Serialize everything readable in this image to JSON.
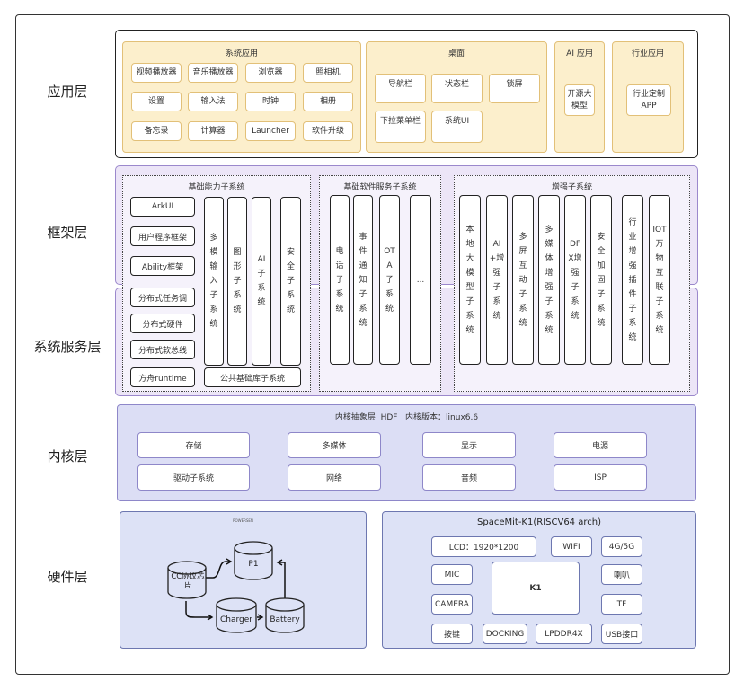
{
  "layers": {
    "app": "应用层",
    "framework": "框架层",
    "service": "系统服务层",
    "kernel": "内核层",
    "hardware": "硬件层"
  },
  "app_layer": {
    "system_apps": {
      "title": "系统应用",
      "items": [
        "视频播放器",
        "音乐播放器",
        "浏览器",
        "照相机",
        "设置",
        "输入法",
        "时钟",
        "相册",
        "备忘录",
        "计算器",
        "Launcher",
        "软件升级"
      ]
    },
    "desktop": {
      "title": "桌面",
      "items": [
        "导航栏",
        "状态栏",
        "锁屏",
        "下拉菜单栏",
        "系统UI"
      ]
    },
    "ai_apps": {
      "title": "AI 应用",
      "items": [
        "开源大模型"
      ]
    },
    "industry_apps": {
      "title": "行业应用",
      "items": [
        "行业定制APP"
      ]
    }
  },
  "framework_service": {
    "basic_capability": {
      "title": "基础能力子系统",
      "left_items": [
        "ArkUI",
        "用户程序框架",
        "Ability框架",
        "分布式任务调",
        "分布式硬件",
        "分布式软总线",
        "方舟runtime"
      ],
      "columns": [
        "多模输入子系统",
        "图形子系统",
        "AI子系统",
        "安全子系统"
      ],
      "bottom": "公共基础库子系统"
    },
    "basic_software": {
      "title": "基础软件服务子系统",
      "columns": [
        "电话子系统",
        "事件通知子系统",
        "OTA子系统",
        "..."
      ]
    },
    "enhanced": {
      "title": "增强子系统",
      "columns": [
        "本地大模型子系统",
        "AI+增强子系统",
        "多屏互动子系统",
        "多媒体增强子系统",
        "DFX增强子系统",
        "安全加固子系统",
        "行业增强插件子系统",
        "IOT万物互联子系统"
      ]
    }
  },
  "kernel_layer": {
    "title": "内核抽象层  HDF   内核版本：linux6.6",
    "items": [
      "存储",
      "多媒体",
      "显示",
      "电源",
      "驱动子系统",
      "网络",
      "音频",
      "ISP"
    ]
  },
  "hardware_layer": {
    "power": {
      "title": "POWERSEN",
      "nodes": {
        "cc": "CC协议芯片",
        "p1": "P1",
        "charger": "Charger",
        "battery": "Battery"
      }
    },
    "soc": {
      "title": "SpaceMit-K1(RISCV64 arch)",
      "chip": "K1",
      "items": {
        "lcd": "LCD：1920*1200",
        "wifi": "WIFI",
        "cellular": "4G/5G",
        "mic": "MIC",
        "speaker": "喇叭",
        "camera": "CAMERA",
        "tf": "TF",
        "button": "按键",
        "docking": "DOCKING",
        "lpddr": "LPDDR4X",
        "usb": "USB接口"
      }
    }
  }
}
